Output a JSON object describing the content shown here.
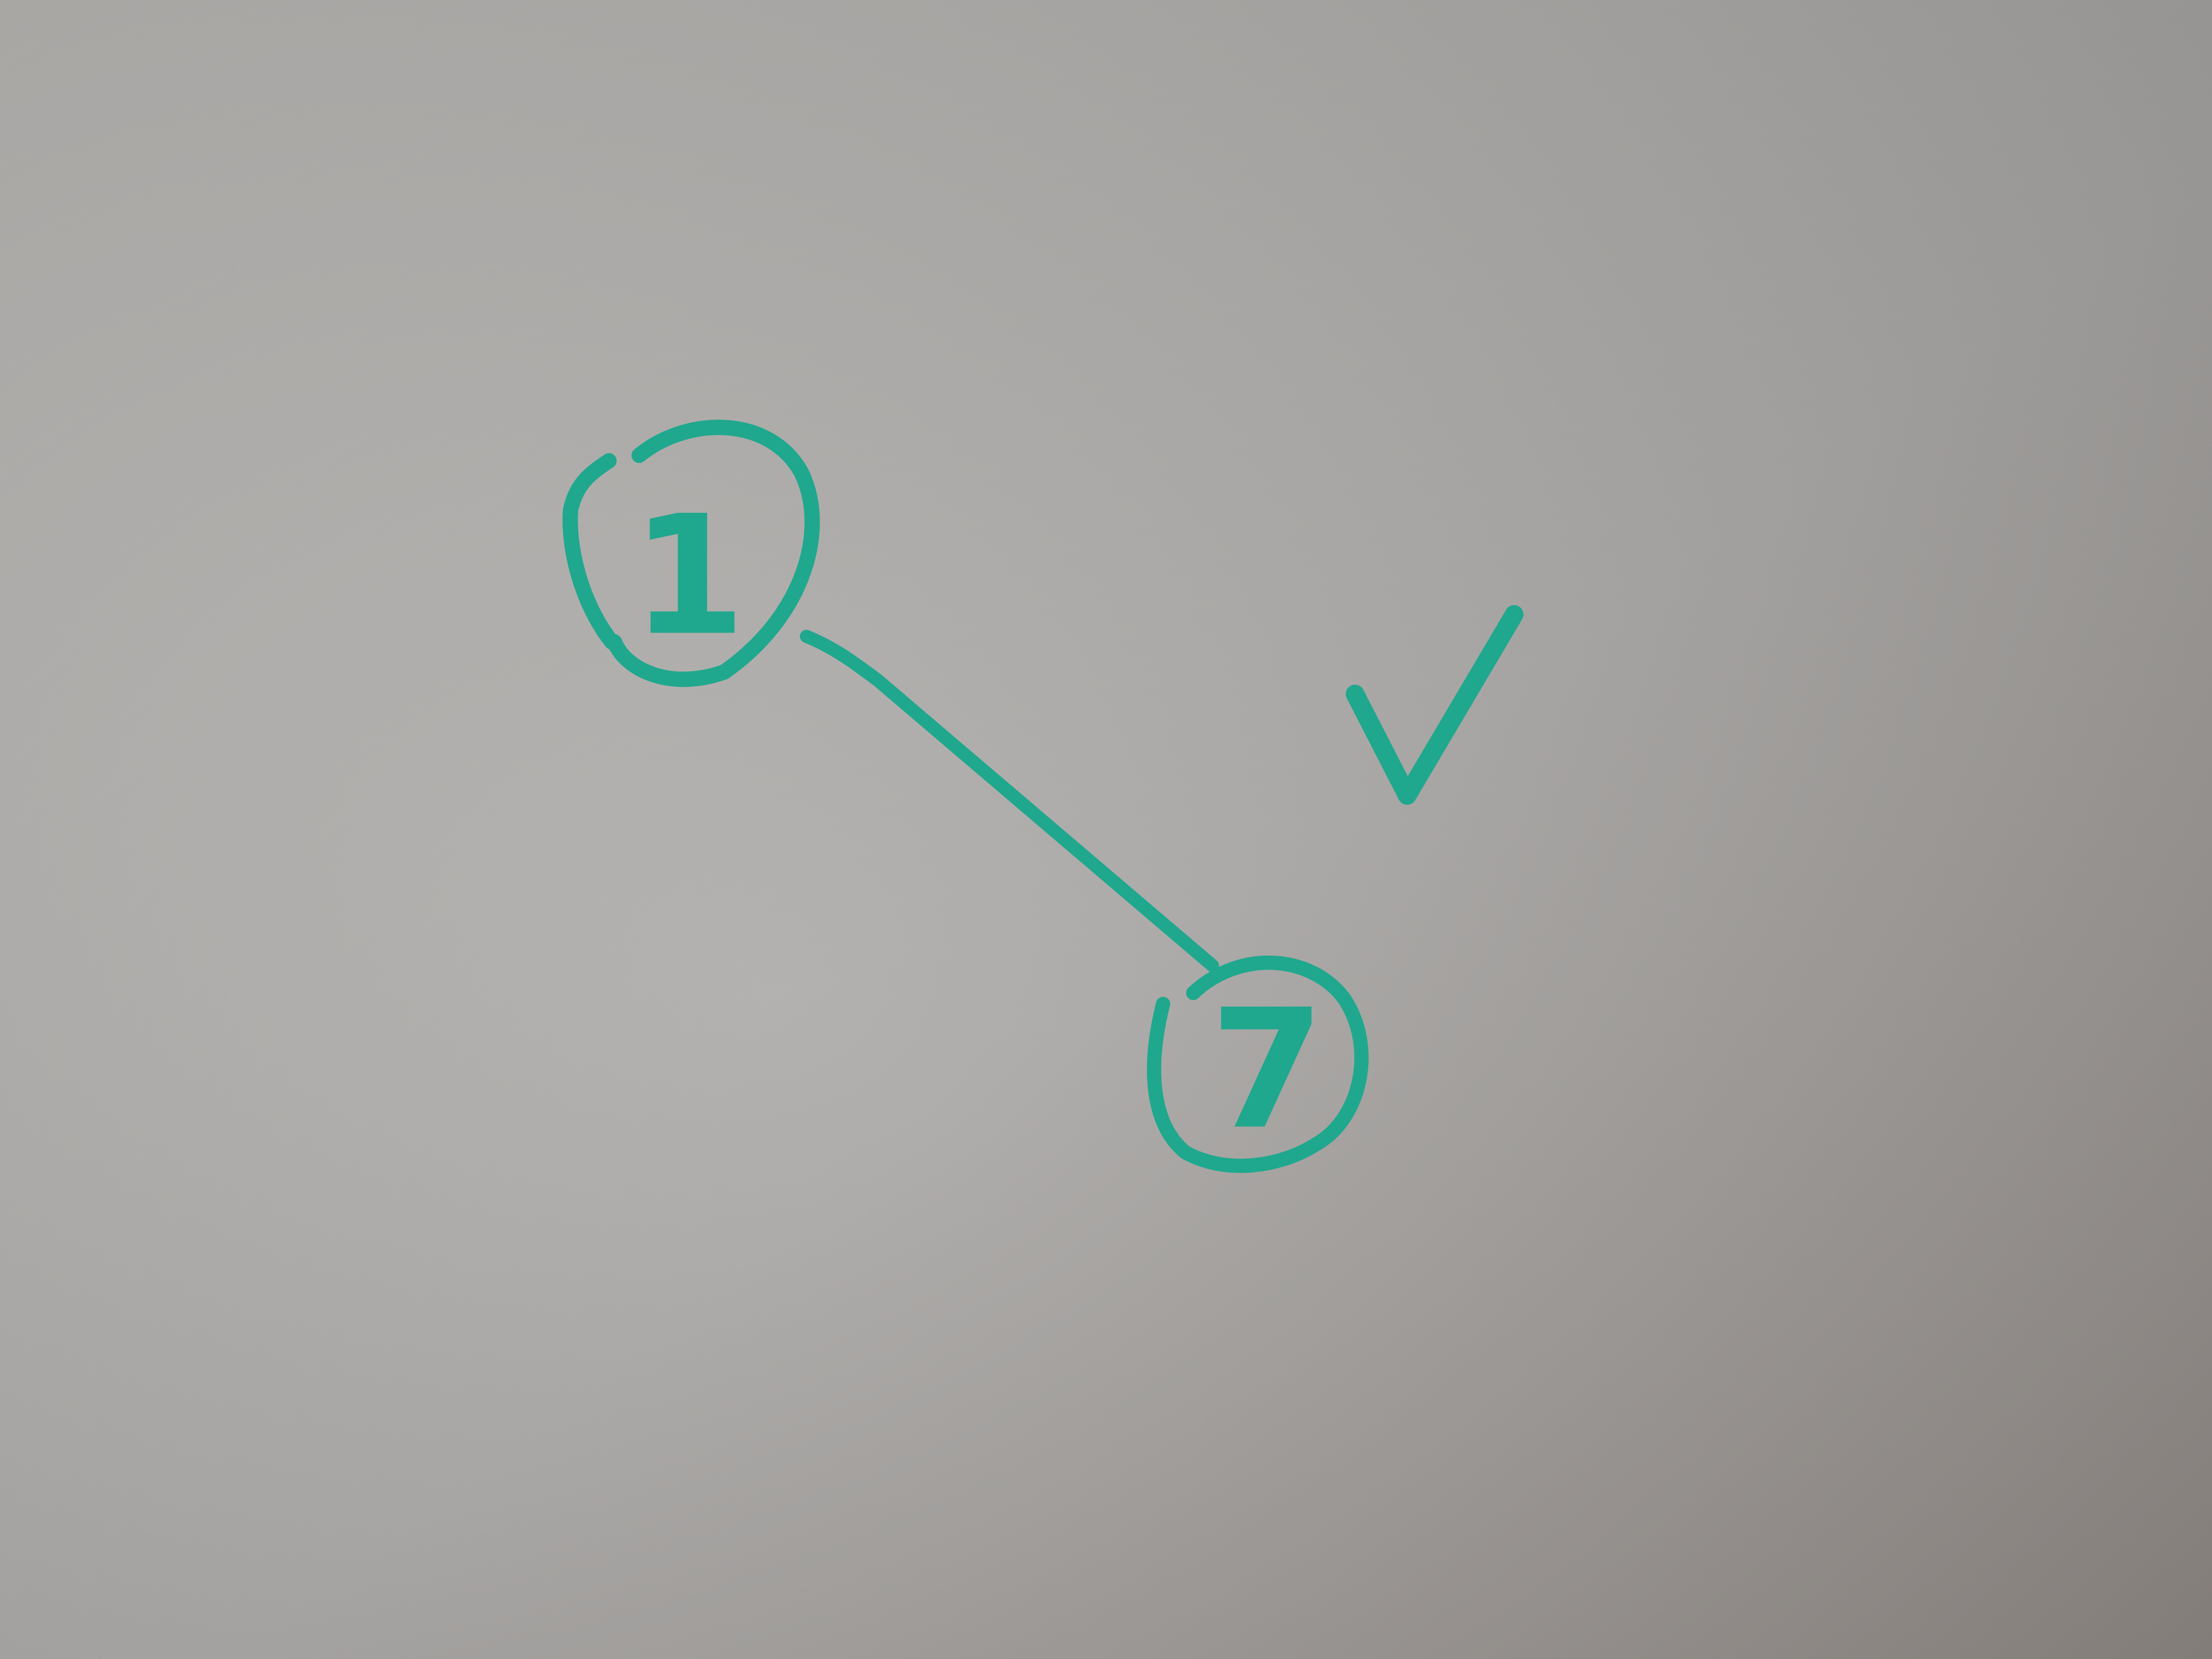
{
  "colors": {
    "ink": "#1fa88e",
    "board_light": "#b9b7b4",
    "board_mid": "#a7a5a3",
    "board_dark": "#8e8783"
  },
  "nodes": [
    {
      "label": "1"
    },
    {
      "label": "7"
    }
  ],
  "edges": [
    {
      "from": "1",
      "to": "7"
    }
  ],
  "annotations": [
    {
      "icon": "checkmark-icon"
    }
  ]
}
